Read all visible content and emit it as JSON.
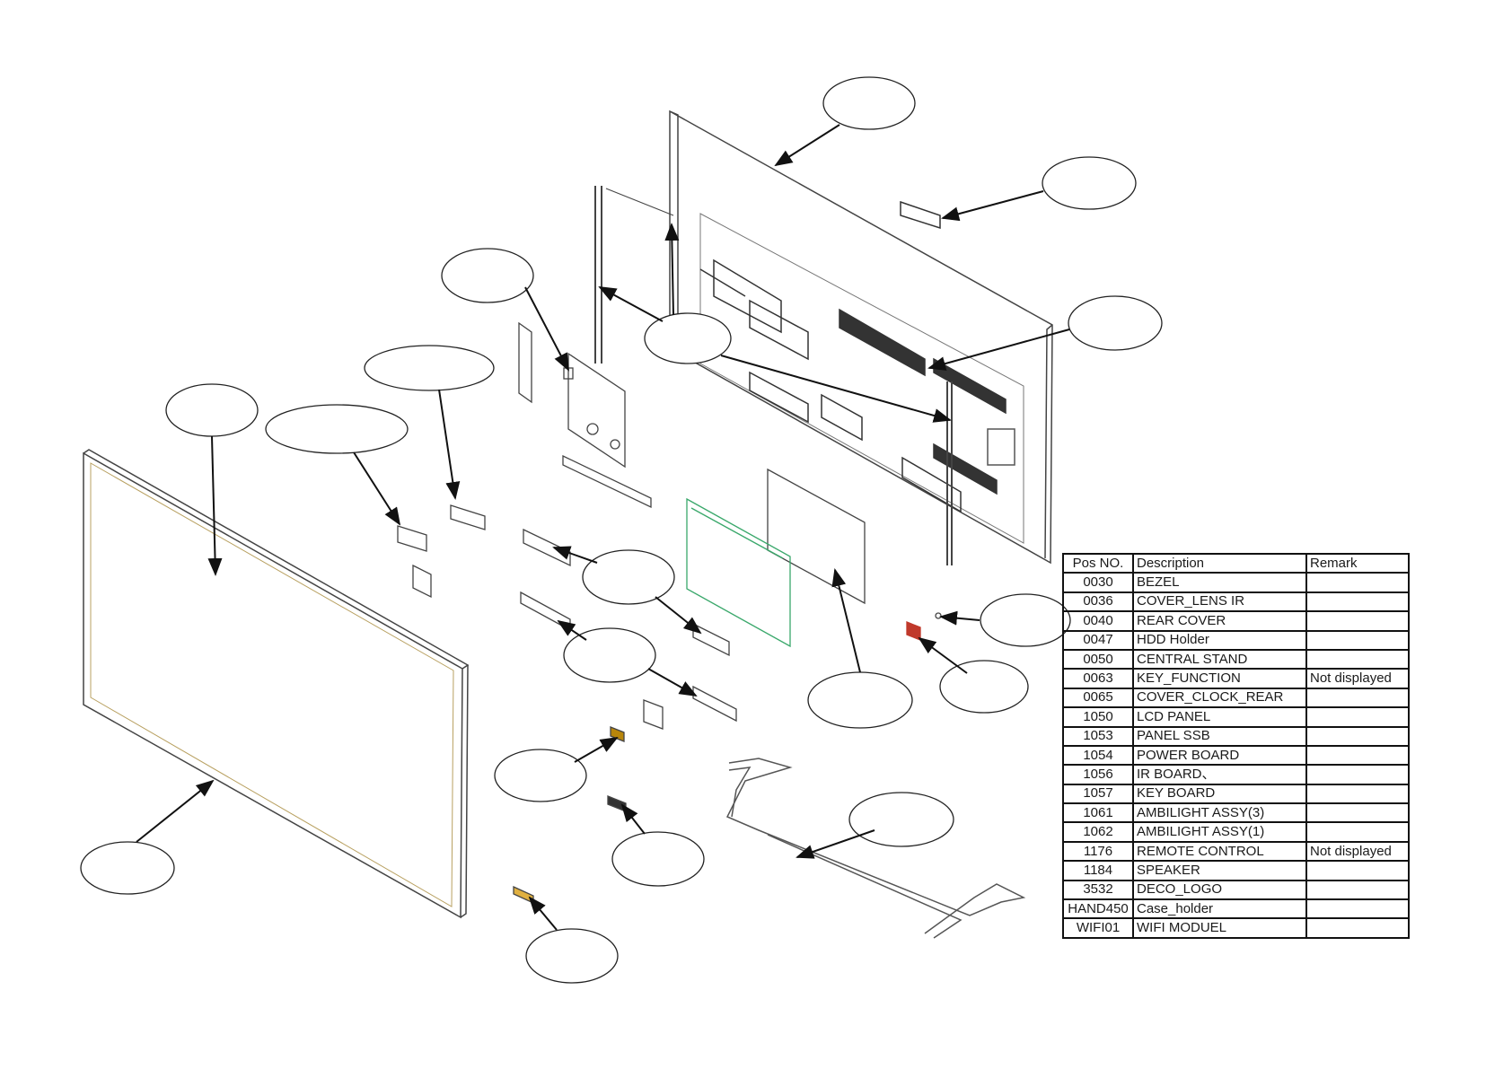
{
  "table": {
    "headers": {
      "pos": "Pos NO.",
      "description": "Description",
      "remark": "Remark"
    },
    "rows": [
      {
        "pos": "0030",
        "description": "BEZEL",
        "remark": ""
      },
      {
        "pos": "0036",
        "description": "COVER_LENS IR",
        "remark": ""
      },
      {
        "pos": "0040",
        "description": "REAR COVER",
        "remark": ""
      },
      {
        "pos": "0047",
        "description": "HDD Holder",
        "remark": ""
      },
      {
        "pos": "0050",
        "description": "CENTRAL STAND",
        "remark": ""
      },
      {
        "pos": "0063",
        "description": "KEY_FUNCTION",
        "remark": "Not displayed"
      },
      {
        "pos": "0065",
        "description": "COVER_CLOCK_REAR",
        "remark": ""
      },
      {
        "pos": "1050",
        "description": "LCD PANEL",
        "remark": ""
      },
      {
        "pos": "1053",
        "description": "PANEL SSB",
        "remark": ""
      },
      {
        "pos": "1054",
        "description": "POWER BOARD",
        "remark": ""
      },
      {
        "pos": "1056",
        "description": "IR BOARD、",
        "remark": ""
      },
      {
        "pos": "1057",
        "description": "KEY BOARD",
        "remark": ""
      },
      {
        "pos": "1061",
        "description": "AMBILIGHT ASSY(3)",
        "remark": ""
      },
      {
        "pos": "1062",
        "description": "AMBILIGHT ASSY(1)",
        "remark": ""
      },
      {
        "pos": "1176",
        "description": "REMOTE CONTROL",
        "remark": "Not displayed"
      },
      {
        "pos": "1184",
        "description": "SPEAKER",
        "remark": ""
      },
      {
        "pos": "3532",
        "description": "DECO_LOGO",
        "remark": ""
      },
      {
        "pos": "HAND450",
        "description": "Case_holder",
        "remark": ""
      },
      {
        "pos": "WIFI01",
        "description": "WIFI MODUEL",
        "remark": ""
      }
    ]
  },
  "colors": {
    "line": "#222222",
    "part": "#555555",
    "board_accent": "#3aa86b",
    "ir_part": "#c0392b"
  }
}
